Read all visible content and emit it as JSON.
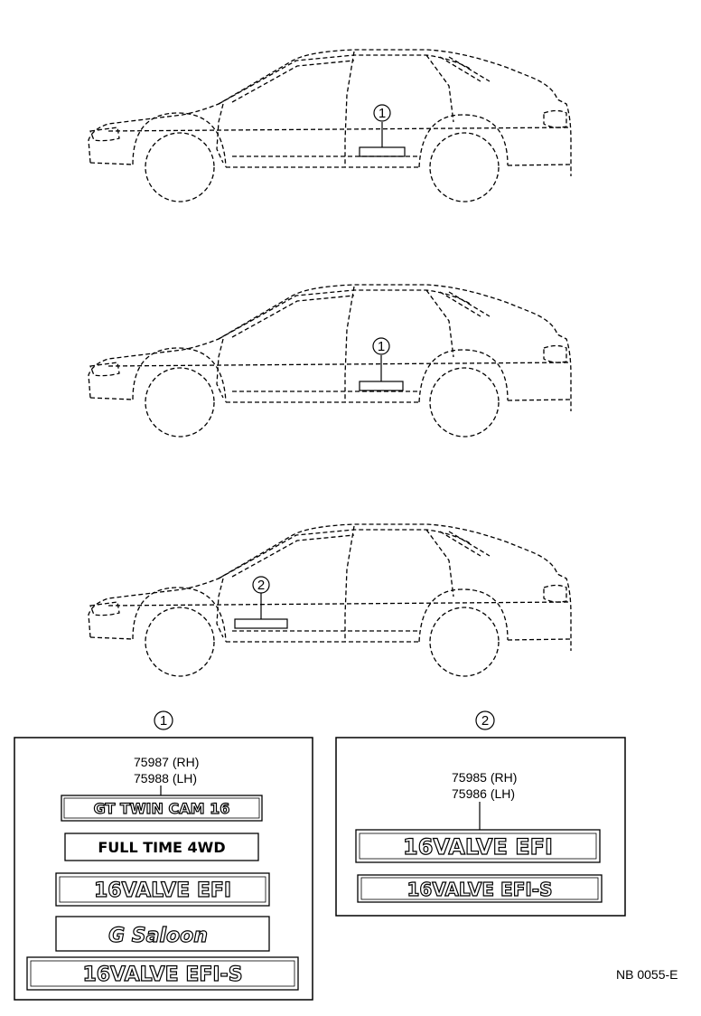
{
  "diagram": {
    "reference_code": "NB  0055-E",
    "cars": [
      {
        "callout": "1"
      },
      {
        "callout": "1"
      },
      {
        "callout": "2"
      }
    ],
    "panels": [
      {
        "callout": "1",
        "part_numbers": [
          "75987 (RH)",
          "75988 (LH)"
        ],
        "emblems": [
          "GT TWIN CAM 16",
          "FULL TIME 4WD",
          "16VALVE EFI",
          "G Saloon",
          "16VALVE EFI-S"
        ]
      },
      {
        "callout": "2",
        "part_numbers": [
          "75985 (RH)",
          "75986 (LH)"
        ],
        "emblems": [
          "16VALVE EFI",
          "16VALVE EFI-S"
        ]
      }
    ]
  }
}
